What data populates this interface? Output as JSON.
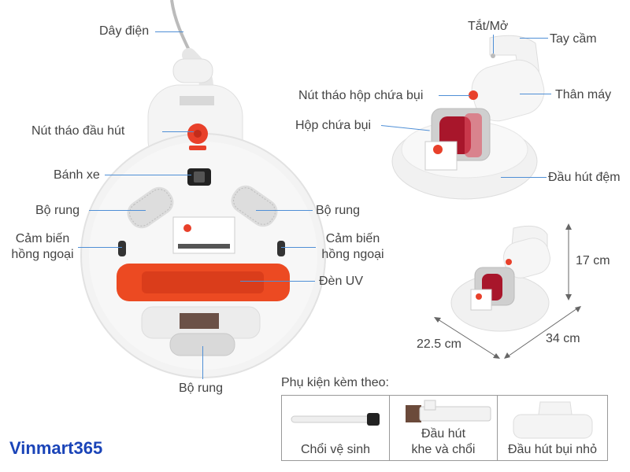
{
  "labels": {
    "cord": "Dây điện",
    "nozzle_release": "Nút tháo đầu hút",
    "wheel": "Bánh xe",
    "vibrator_left": "Bộ rung",
    "vibrator_right": "Bộ rung",
    "vibrator_bottom": "Bộ rung",
    "ir_sensor_left_line1": "Cảm biến",
    "ir_sensor_left_line2": "hồng ngoại",
    "ir_sensor_right_line1": "Cảm biến",
    "ir_sensor_right_line2": "hồng ngoại",
    "uv_lamp": "Đèn UV",
    "power": "Tắt/Mở",
    "handle": "Tay cầm",
    "dust_release": "Nút tháo hộp chứa bụi",
    "body": "Thân máy",
    "dust_box": "Hộp chứa bụi",
    "pad_nozzle": "Đầu hút đệm"
  },
  "dimensions": {
    "height": "17 cm",
    "depth": "22.5 cm",
    "width": "34 cm"
  },
  "accessories": {
    "title": "Phụ kiện kèm theo:",
    "items": [
      {
        "label_line1": "Chổi vệ sinh",
        "label_line2": ""
      },
      {
        "label_line1": "Đầu hút",
        "label_line2": "khe và chổi"
      },
      {
        "label_line1": "Đầu hút bụi nhỏ",
        "label_line2": ""
      }
    ]
  },
  "brand": "Vinmart365",
  "colors": {
    "accent_red": "#e8402a",
    "leader_line": "#4f8fd6",
    "brand_blue": "#1a44b8"
  }
}
